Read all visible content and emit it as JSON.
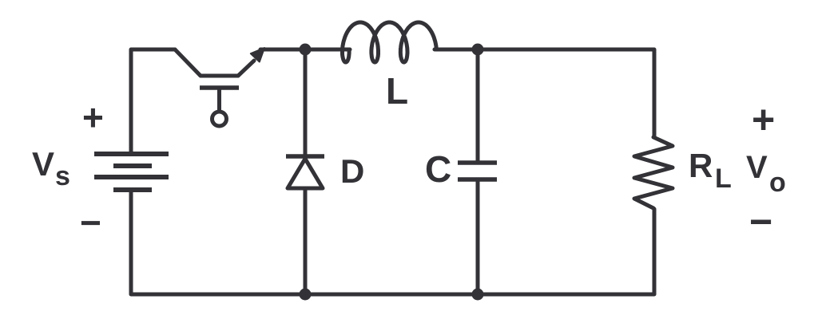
{
  "colors": {
    "background": "#ffffff",
    "stroke": "#323237"
  },
  "schematic": {
    "source": {
      "label": "V",
      "subscript": "s",
      "positive_sign": "+",
      "negative_sign": "−"
    },
    "inductor": {
      "label": "L"
    },
    "diode": {
      "label": "D"
    },
    "capacitor": {
      "label": "C"
    },
    "load_resistor": {
      "label": "R",
      "subscript": "L"
    },
    "output": {
      "label": "V",
      "subscript": "o",
      "positive_sign": "+",
      "negative_sign": "−"
    }
  }
}
